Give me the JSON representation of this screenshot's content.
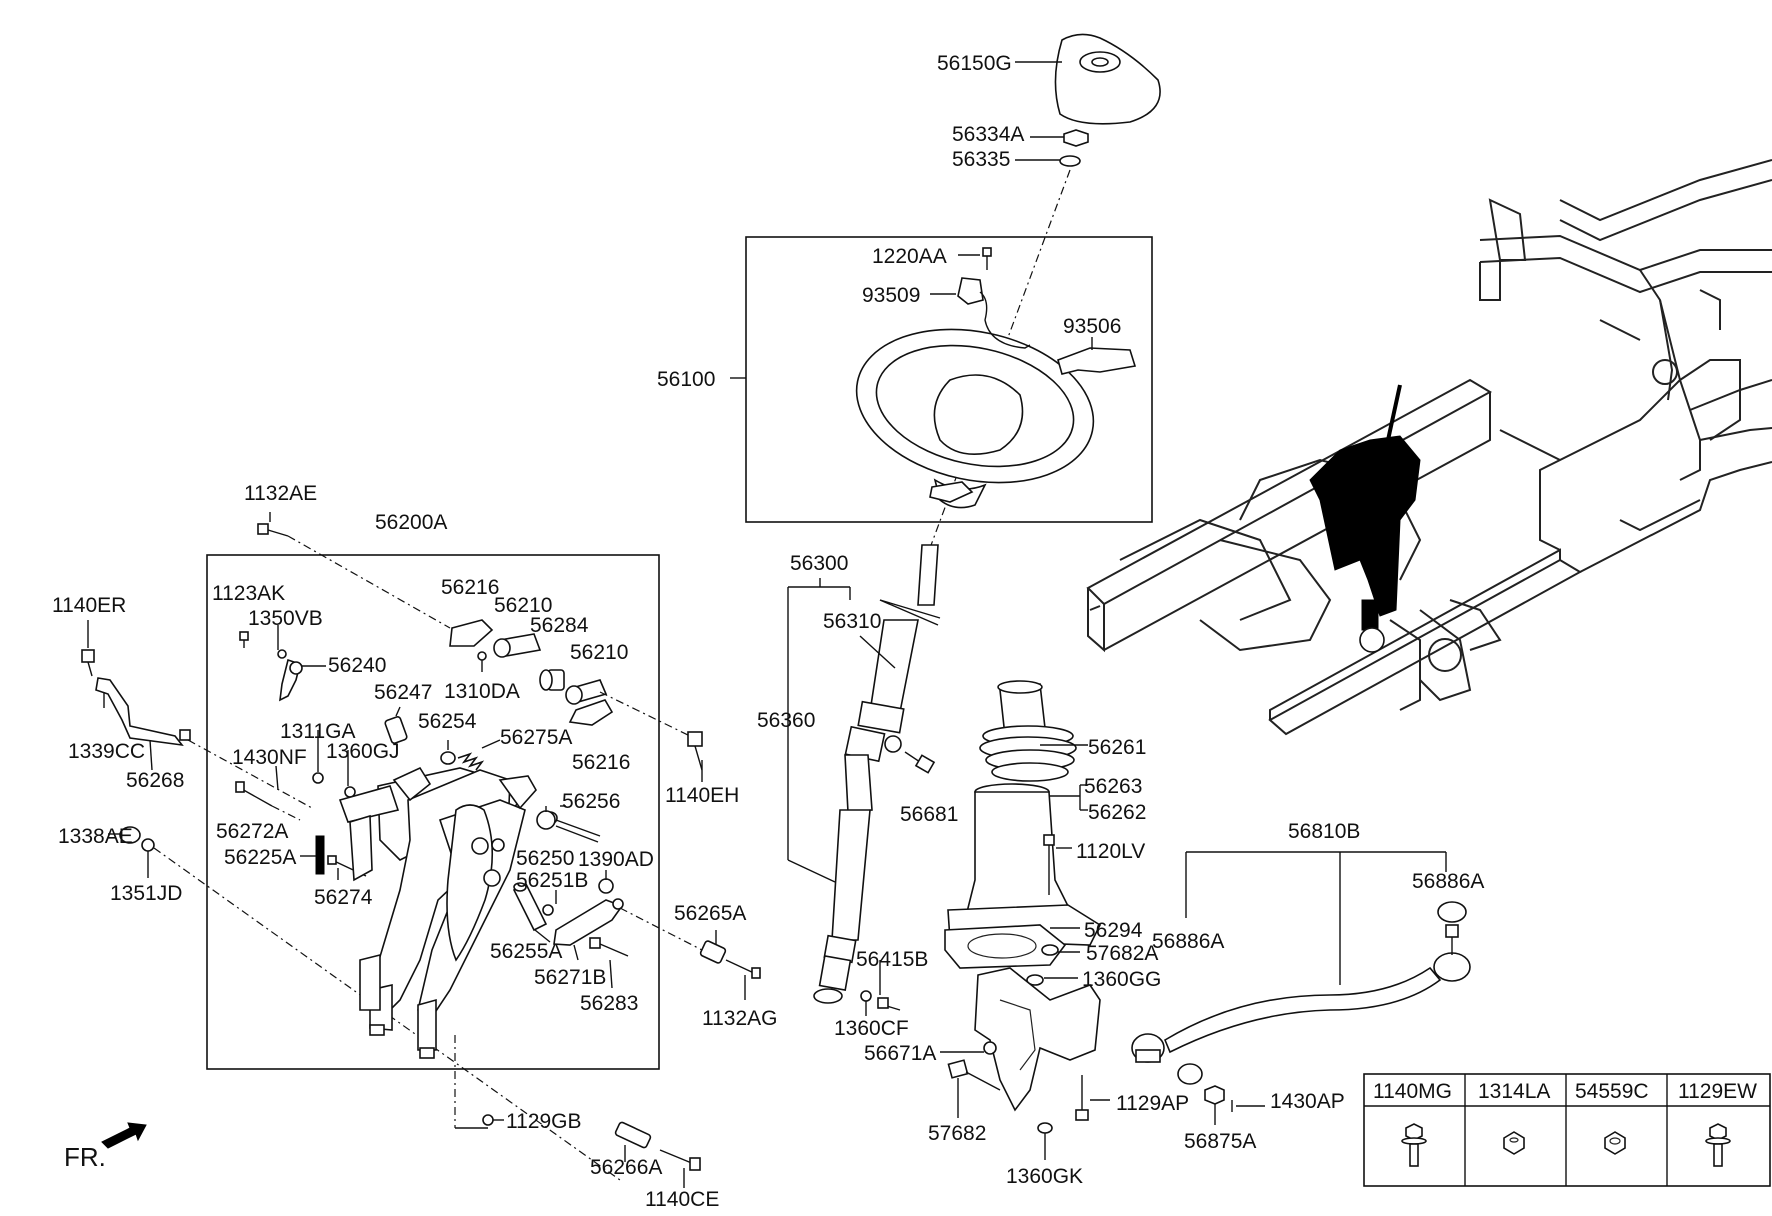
{
  "callouts": {
    "p56150G": "56150G",
    "p56334A": "56334A",
    "p56335": "56335",
    "p1220AA": "1220AA",
    "p93509": "93509",
    "p93506": "93506",
    "p56100": "56100",
    "p1132AE": "1132AE",
    "p56200A": "56200A",
    "p56300": "56300",
    "p56310": "56310",
    "p56360": "56360",
    "p1140ER": "1140ER",
    "p1123AK": "1123AK",
    "p1350VB": "1350VB",
    "p56216a": "56216",
    "p56210a": "56210",
    "p56284": "56284",
    "p56210b": "56210",
    "p56240": "56240",
    "p56247": "56247",
    "p1310DA": "1310DA",
    "p56254": "56254",
    "p56275A": "56275A",
    "p56216b": "56216",
    "p1311GA": "1311GA",
    "p1360GJ": "1360GJ",
    "p1339CC": "1339CC",
    "p1430NF": "1430NF",
    "p56268": "56268",
    "p1140EH": "1140EH",
    "p56261": "56261",
    "p56263": "56263",
    "p56262": "56262",
    "p56681": "56681",
    "p56256": "56256",
    "p56272A": "56272A",
    "p56225A": "56225A",
    "p1338AE": "1338AE",
    "p56250": "56250",
    "p1390AD": "1390AD",
    "p56251B": "56251B",
    "p1351JD": "1351JD",
    "p56274": "56274",
    "p1120LV": "1120LV",
    "p56810B": "56810B",
    "p56886Aa": "56886A",
    "p56886Ab": "56886A",
    "p56265A": "56265A",
    "p56255A": "56255A",
    "p56294": "56294",
    "p57682A": "57682A",
    "p56271B": "56271B",
    "p56415B": "56415B",
    "p1360GG": "1360GG",
    "p56283": "56283",
    "p1132AG": "1132AG",
    "p1360CF": "1360CF",
    "p56671A": "56671A",
    "p1129GB": "1129GB",
    "p1129AP": "1129AP",
    "p1430AP": "1430AP",
    "p57682": "57682",
    "p56875A": "56875A",
    "p56266A": "56266A",
    "p1360GK": "1360GK",
    "p1140CE": "1140CE"
  },
  "direction_marker": "FR.",
  "legend_table": {
    "headers": [
      "1140MG",
      "1314LA",
      "54559C",
      "1129EW"
    ],
    "icons": [
      "flange-bolt-icon",
      "nut-icon",
      "nut-icon",
      "flange-bolt-icon"
    ]
  }
}
